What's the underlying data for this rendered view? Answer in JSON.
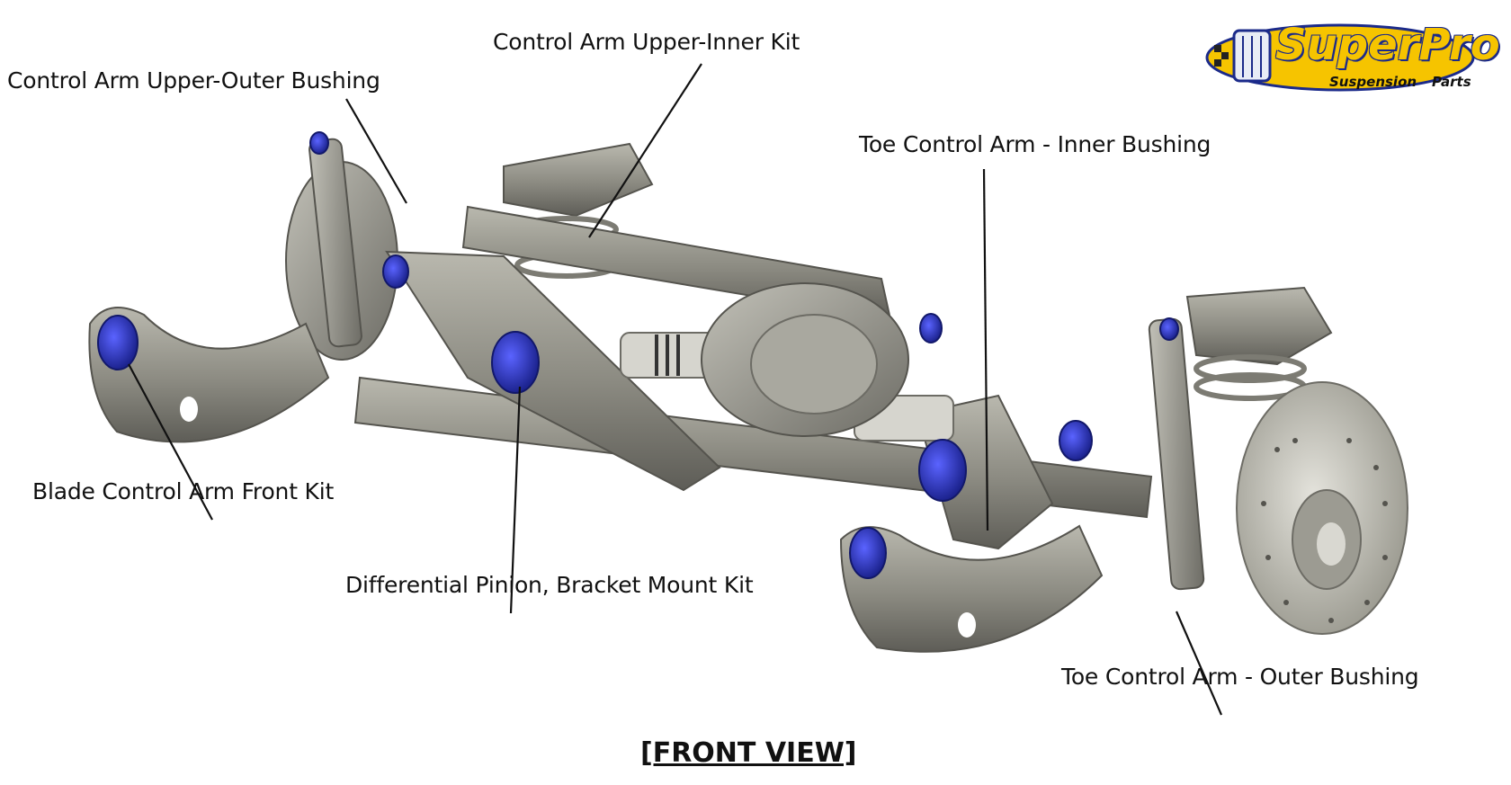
{
  "labels": {
    "upper_inner": "Control Arm Upper-Inner Kit",
    "upper_outer": "Control Arm Upper-Outer Bushing",
    "toe_inner": "Toe Control Arm - Inner Bushing",
    "blade_front": "Blade Control Arm Front Kit",
    "diff_pinion": "Differential Pinion, Bracket Mount Kit",
    "toe_outer": "Toe Control Arm - Outer Bushing"
  },
  "caption": "[FRONT VIEW]",
  "logo": {
    "brand": "SuperPro",
    "tag_left": "Suspension",
    "tag_right": "Parts"
  },
  "colors": {
    "metal": "#8a8a80",
    "metal_dark": "#5f5f58",
    "metal_light": "#b4b3aa",
    "bushing": "#2b35c8",
    "logo_yellow": "#f6c400",
    "logo_blue": "#1b2a8a"
  }
}
